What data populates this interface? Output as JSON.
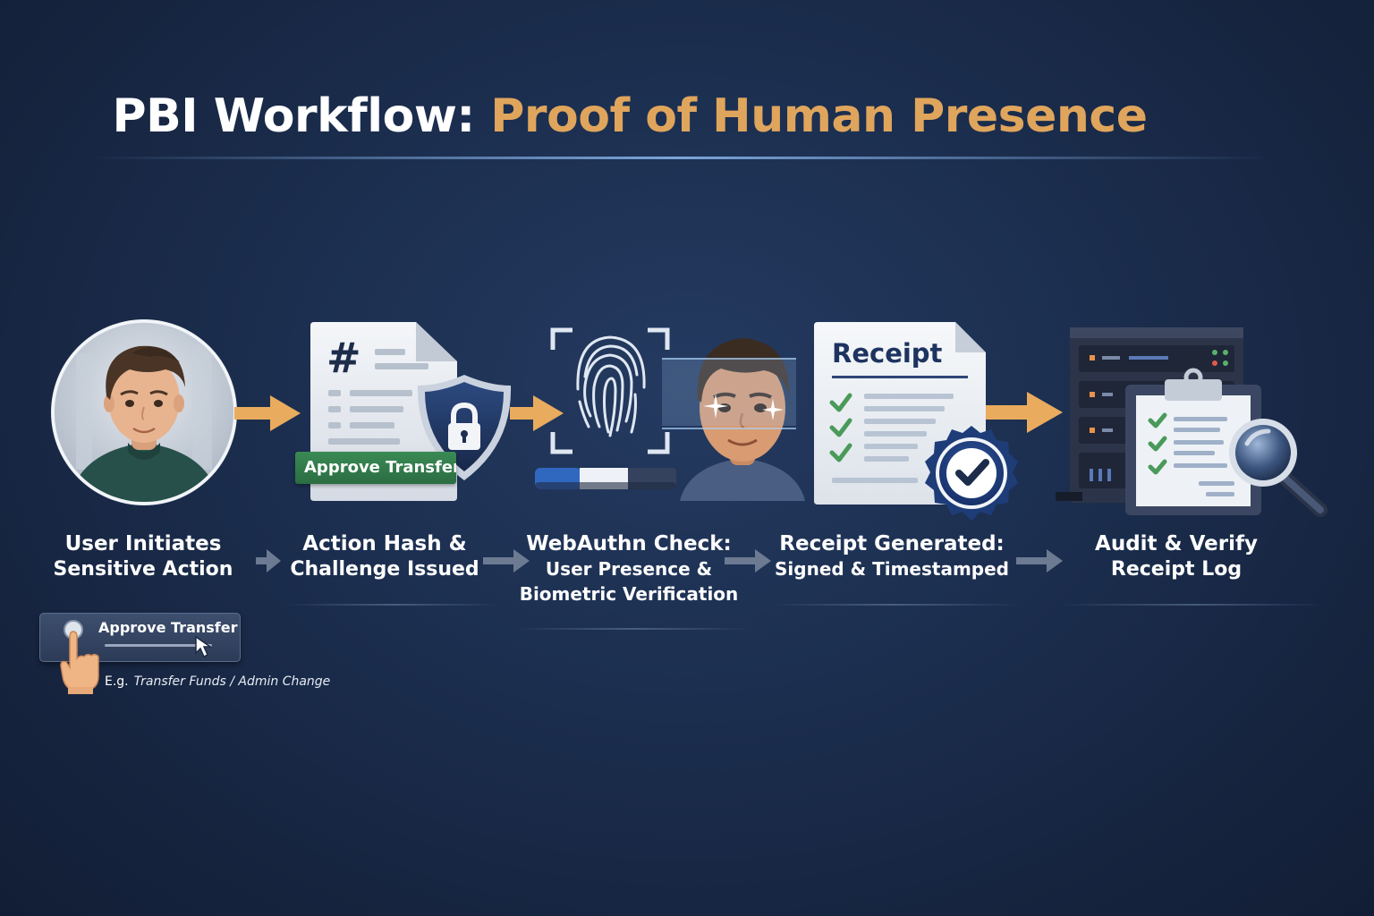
{
  "title": {
    "part1": "PBI Workflow:",
    "part2": "Proof of Human Presence"
  },
  "steps": [
    {
      "line1": "User Initiates",
      "line2": "Sensitive Action"
    },
    {
      "line1": "Action Hash &",
      "line2": "Challenge Issued",
      "tag": "Approve Transfer"
    },
    {
      "line1": "WebAuthn Check:",
      "line2": "User Presence &",
      "line3": "Biometric Verification"
    },
    {
      "line1": "Receipt Generated:",
      "line2": "Signed & Timestamped",
      "doc_title": "Receipt"
    },
    {
      "line1": "Audit & Verify",
      "line2": "Receipt Log"
    }
  ],
  "example": {
    "button_label": "Approve Transfer",
    "prefix": "E.g.",
    "text": "Transfer Funds / Admin Change"
  },
  "colors": {
    "background": "#1c2f50",
    "accent_gold": "#e0a55c",
    "arrow": "#e9ab5e",
    "badge_navy": "#1e3d78",
    "check_green": "#4a9a5a"
  },
  "icons": [
    "user-avatar",
    "document-hash-icon",
    "shield-lock-icon",
    "fingerprint-icon",
    "face-scan-icon",
    "receipt-icon",
    "seal-check-icon",
    "server-icon",
    "clipboard-icon",
    "magnifier-icon",
    "pointer-hand-icon",
    "cursor-icon"
  ]
}
